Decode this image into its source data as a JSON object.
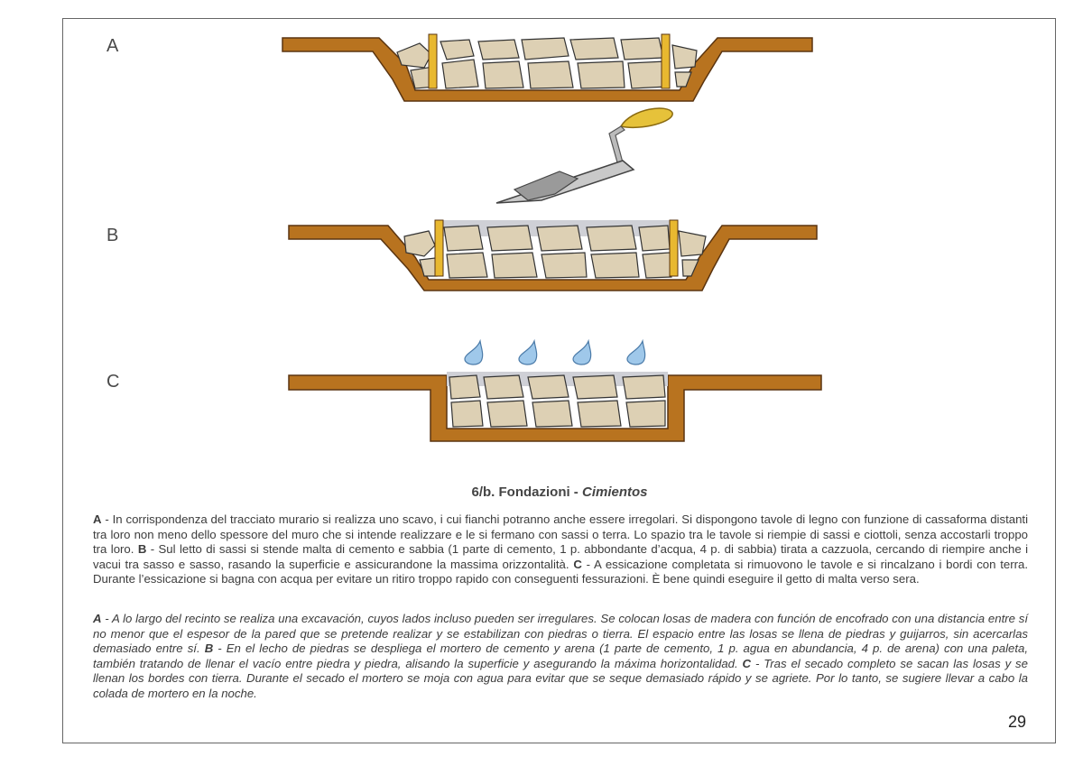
{
  "panels": {
    "a": {
      "label": "A"
    },
    "b": {
      "label": "B"
    },
    "c": {
      "label": "C"
    }
  },
  "caption": {
    "title": "6/b. Fondazioni  -",
    "subtitle": "Cimientos"
  },
  "italian": {
    "a_key": "A",
    "a_text": " - In corrispondenza del tracciato murario si realizza uno scavo, i cui fianchi potranno anche essere irregolari. Si dispongono tavole di legno con funzione di cassaforma distanti tra loro non meno dello spessore del muro che si intende realizzare e le si fermano con sassi o terra. Lo spazio tra le tavole si riempie di sassi e ciottoli, senza accostarli troppo tra loro.  ",
    "b_key": "B",
    "b_text": " - Sul letto di sassi si stende malta di cemento e sabbia (1 parte di cemento, 1 p. abbondante d’acqua, 4 p. di sabbia) tirata a cazzuola, cercando di riempire anche i vacui tra sasso e sasso, rasando la superficie e assicurandone la massima orizzontalità. ",
    "c_key": "C",
    "c_text": " - A essicazione completata si rimuovono le tavole e si rincalzano i bordi con terra. Durante l’essicazione si bagna con acqua per evitare un ritiro troppo rapido con conseguenti fessurazioni. È bene quindi eseguire il getto di malta verso sera."
  },
  "spanish": {
    "a_key": "A",
    "a_text": " - A lo largo del recinto se realiza una excavación, cuyos lados incluso pueden ser irregulares. Se colocan losas de madera con función de encofrado con una distancia entre sí no menor que el espesor de la pared que se pretende realizar y se estabilizan con piedras o tierra. El espacio entre las losas se llena de piedras y guijarros, sin acercarlas demasiado entre sí.  ",
    "b_key": "B",
    "b_text": " - En el lecho de piedras se despliega el mortero de cemento y arena (1 parte de cemento, 1 p. agua en abundancia, 4 p. de arena) con una paleta, también tratando de llenar el vacío entre piedra y piedra, alisando la superficie y asegurando la máxima horizontalidad. ",
    "c_key": "C",
    "c_text": " - Tras el secado completo se sacan las losas y se llenan los bordes con tierra. Durante el secado el mortero se moja con agua para evitar que se seque demasiado rápido y se agriete. Por lo tanto, se sugiere llevar a cabo la colada de mortero en la noche."
  },
  "page_number": "29",
  "colors": {
    "soil": "#b8731f",
    "soil_edge": "#5a3410",
    "board": "#e8b830",
    "stone": "#ddd0b4",
    "mortar": "#cfd0d6",
    "water": "#9fc8ea",
    "trowel_handle": "#e6c23a"
  },
  "icons": [
    "trowel-icon",
    "water-drop-icon"
  ]
}
